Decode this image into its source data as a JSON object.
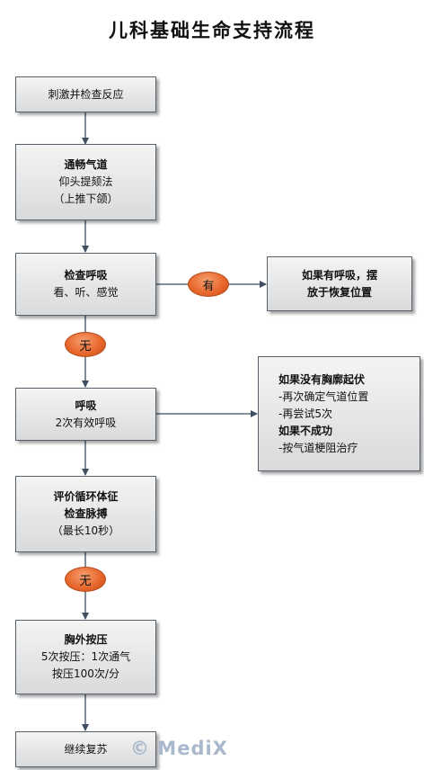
{
  "title": "儿科基础生命支持流程",
  "steps": {
    "stimulate": {
      "line1": "刺激并检查反应"
    },
    "airway": {
      "line1": "通畅气道",
      "line2": "仰头提颏法",
      "line3": "（上推下颌）"
    },
    "check_breath": {
      "line1": "检查呼吸",
      "line2": "看、听、感觉"
    },
    "recovery": {
      "line1": "如果有呼吸，摆",
      "line2": "放于恢复位置"
    },
    "breathe": {
      "line1": "呼吸",
      "line2": "2次有效呼吸"
    },
    "no_chest_rise": {
      "line1": "如果没有胸廓起伏",
      "line2": "-再次确定气道位置",
      "line3": "-再尝试5次",
      "line4": "如果不成功",
      "line5": "-按气道梗阻治疗"
    },
    "circulation": {
      "line1": "评价循环体征",
      "line2": "检查脉搏",
      "line3": "（最长10秒）"
    },
    "compression": {
      "line1": "胸外按压",
      "line2": "5次按压：1次通气",
      "line3": "按压100次/分"
    },
    "continue": {
      "line1": "继续复苏"
    }
  },
  "decisions": {
    "yes_breath": "有",
    "no_breath": "无",
    "no_circulation": "无"
  },
  "watermark": "© MediX",
  "colors": {
    "box_border": "#55606b",
    "arrow": "#3f4e60",
    "decision": "#e8682e"
  }
}
